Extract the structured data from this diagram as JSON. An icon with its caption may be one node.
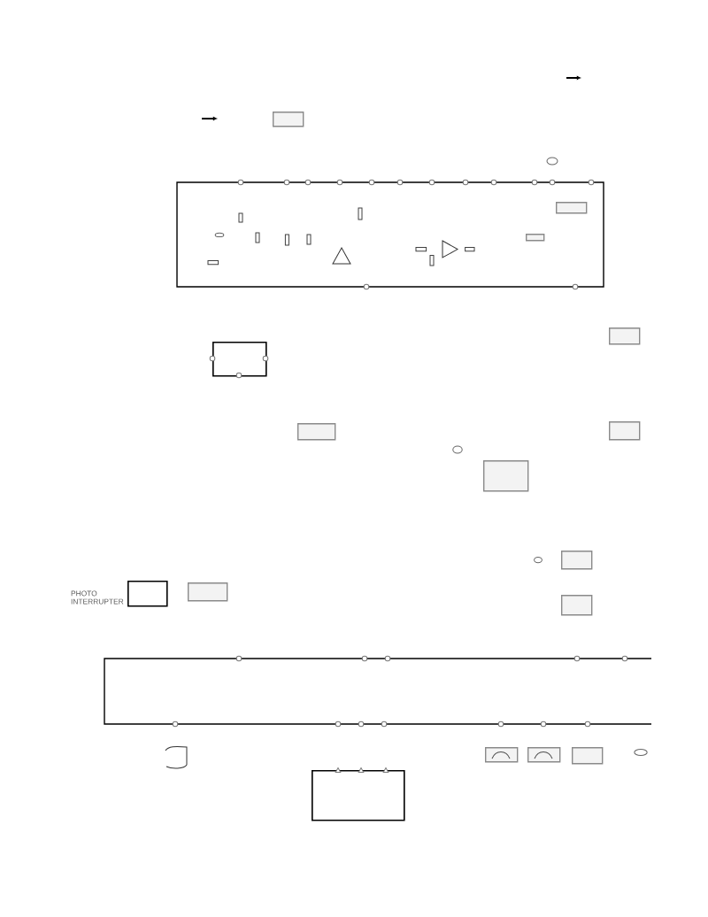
{
  "diagram": {
    "nodes": [
      {
        "text": [],
        "shape": "box"
      },
      {
        "text": [],
        "shape": "box"
      },
      {
        "text": [],
        "shape": "box"
      },
      {
        "text": [],
        "shape": "box"
      },
      {
        "text": [],
        "shape": "box"
      },
      {
        "text": [],
        "shape": "box"
      },
      {
        "text": [],
        "shape": "box"
      },
      {
        "text": [],
        "shape": "box"
      },
      {
        "text": [],
        "shape": "box"
      },
      {
        "text": [
          "PHOTO INTERRUPTER"
        ]
      },
      {
        "text": [],
        "shape": "box"
      },
      {
        "text": [],
        "shape": "box"
      },
      {
        "text": [],
        "shape": "box"
      },
      {
        "text": [],
        "shape": "box"
      },
      {
        "text": [],
        "shape": "box"
      },
      {
        "text": [],
        "shape": "box"
      }
    ]
  }
}
